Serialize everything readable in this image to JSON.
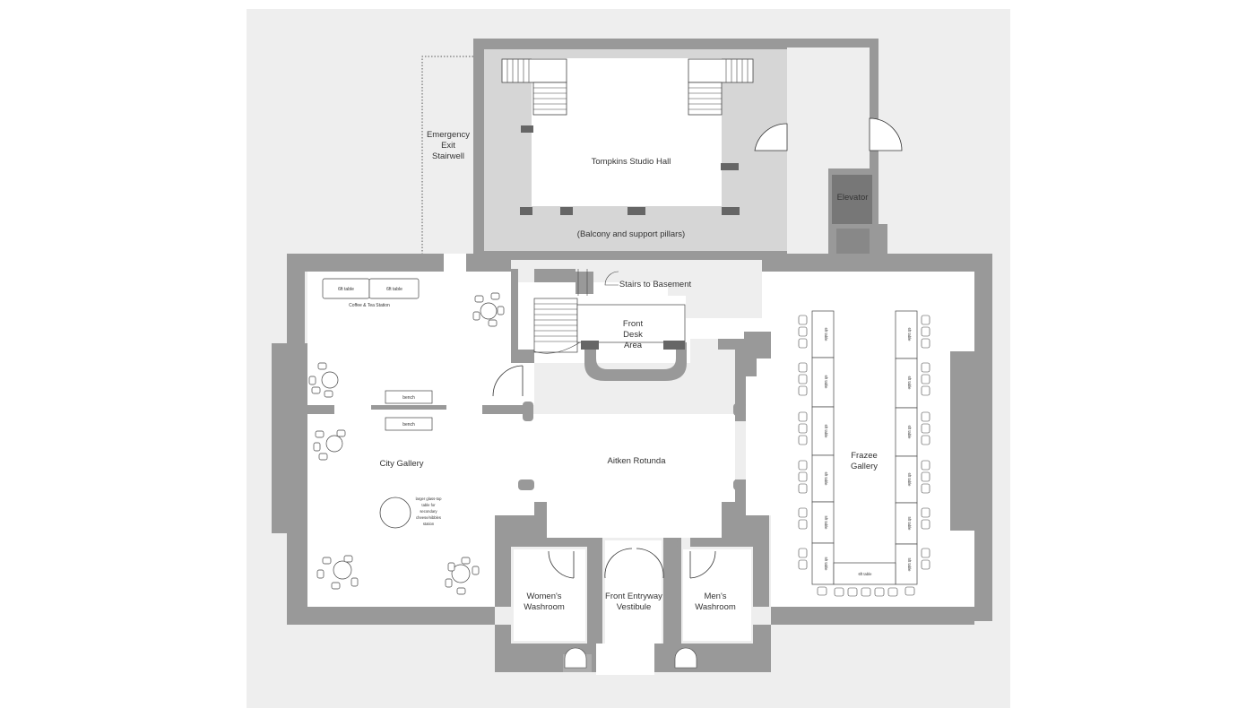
{
  "rooms": {
    "emergency_l1": "Emergency",
    "emergency_l2": "Exit",
    "emergency_l3": "Stairwell",
    "tompkins": "Tompkins Studio Hall",
    "balcony": "(Balcony and support pillars)",
    "elevator": "Elevator",
    "stairs_basement": "Stairs to Basement",
    "front_desk_l1": "Front",
    "front_desk_l2": "Desk",
    "front_desk_l3": "Area",
    "city_gallery": "City Gallery",
    "aitken": "Aitken Rotunda",
    "frazee_l1": "Frazee",
    "frazee_l2": "Gallery",
    "womens_l1": "Women's",
    "womens_l2": "Washroom",
    "front_entry_l1": "Front Entryway",
    "front_entry_l2": "Vestibule",
    "mens_l1": "Men's",
    "mens_l2": "Washroom"
  },
  "furniture": {
    "six_ft_table": "6ft table",
    "five_ft_table": "5ft table",
    "coffee_station": "Coffee & Tea Station",
    "bench": "bench",
    "glass_table_l1": "larger glass-top",
    "glass_table_l2": "table for",
    "glass_table_l3": "secondary",
    "glass_table_l4": "cheese/nibbles",
    "glass_table_l5": "station"
  },
  "colors": {
    "wall": "#999999",
    "background": "#eeeeee",
    "balcony": "#d6d6d6",
    "pillar": "#666666",
    "elevator": "#777777",
    "floor": "#ffffff"
  }
}
